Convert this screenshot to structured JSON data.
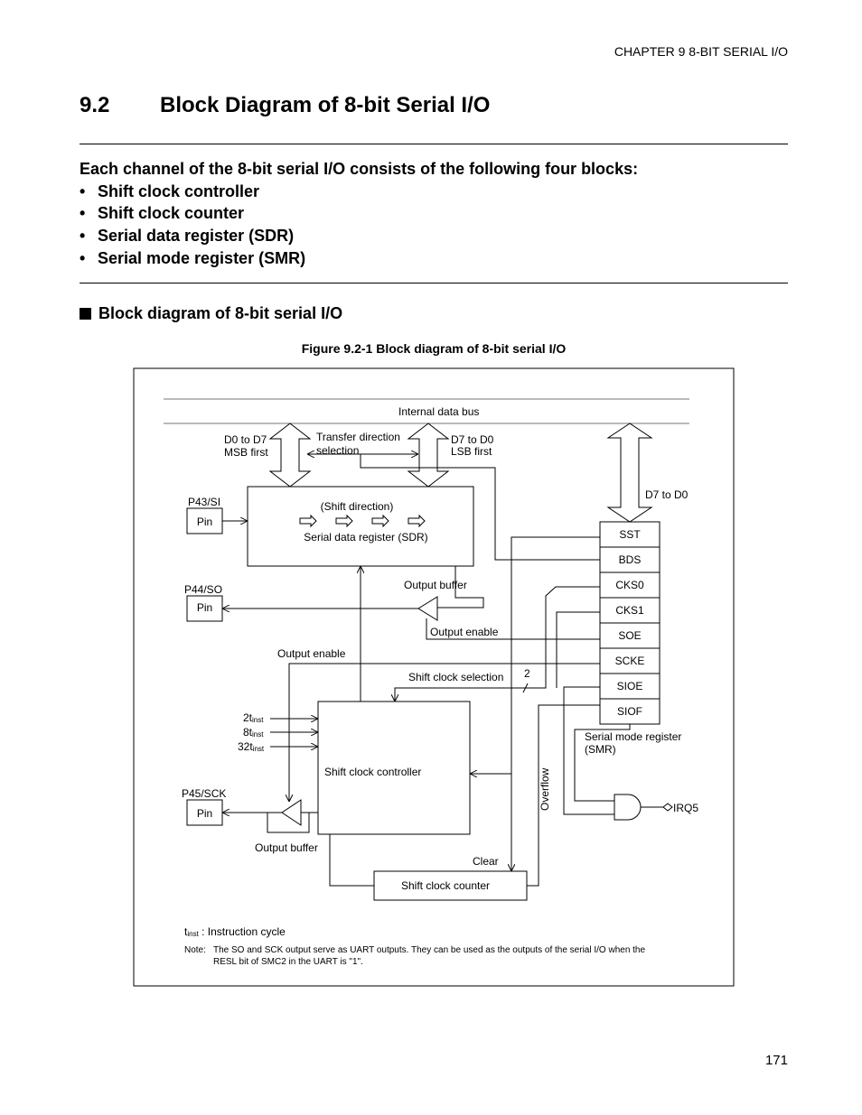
{
  "header": {
    "chapter": "CHAPTER 9  8-BIT SERIAL I/O"
  },
  "section": {
    "number": "9.2",
    "title": "Block Diagram of 8-bit Serial I/O"
  },
  "intro": "Each channel of the 8-bit serial I/O consists of the following four blocks:",
  "bullets": [
    "Shift clock controller",
    "Shift clock counter",
    "Serial data register (SDR)",
    "Serial mode register (SMR)"
  ],
  "bullet_marker": "•",
  "subheading": "Block diagram of 8-bit serial I/O",
  "figure_caption": "Figure 9.2-1  Block diagram of 8-bit serial I/O",
  "diagram": {
    "bus": "Internal data bus",
    "d0_d7": "D0 to D7",
    "msb_first": "MSB first",
    "transfer_direction": "Transfer direction",
    "selection": "selection",
    "d7_d0": "D7 to D0",
    "lsb_first": "LSB first",
    "d7_to_d0_right": "D7 to D0",
    "p43": "P43/SI",
    "pin": "Pin",
    "shift_direction": "(Shift direction)",
    "sdr": "Serial data register (SDR)",
    "p44": "P44/SO",
    "output_buffer_top": "Output buffer",
    "output_enable_mid": "Output enable",
    "output_enable_left": "Output enable",
    "shift_clock_selection": "Shift clock selection",
    "two": "2",
    "clk_2t": "2t",
    "clk_8t": "8t",
    "clk_32t": "32t",
    "inst": "inst",
    "shift_clock_controller": "Shift clock controller",
    "overflow": "Overflow",
    "p45": "P45/SCK",
    "output_buffer_bottom": "Output buffer",
    "clear": "Clear",
    "shift_clock_counter": "Shift clock counter",
    "smr_registers": [
      "SST",
      "BDS",
      "CKS0",
      "CKS1",
      "SOE",
      "SCKE",
      "SIOE",
      "SIOF"
    ],
    "smr_label_1": "Serial mode register",
    "smr_label_2": "(SMR)",
    "irq": "IRQ5",
    "tinst_t": "t",
    "tinst_sub": "inst",
    "tinst_desc": " : Instruction cycle",
    "note_label": "Note:",
    "note_line1": "The SO and SCK output serve as UART outputs. They can be used as the outputs of the serial I/O when the",
    "note_line2": "RESL bit of SMC2 in the UART is \"1\"."
  },
  "page_number": "171"
}
